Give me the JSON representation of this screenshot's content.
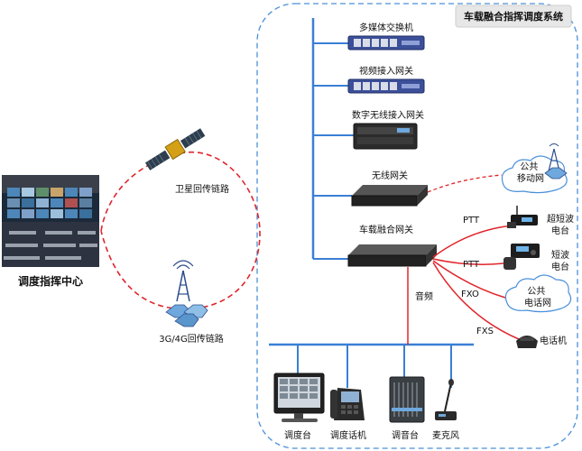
{
  "diagram": {
    "system_title": "车载融合指挥调度系统",
    "nodes": {
      "command_center": "调度指挥中心",
      "satellite_link": "卫星回传链路",
      "cellular_link": "3G/4G回传链路",
      "multimedia_switch": "多媒体交换机",
      "video_gateway": "视频接入网关",
      "digital_wireless_gateway": "数字无线接入网关",
      "wireless_gateway": "无线网关",
      "fusion_gateway": "车载融合网关",
      "public_mobile_network": "公共\n移动网",
      "ultrashort_radio": "超短波\n电台",
      "shortwave_radio": "短波\n电台",
      "public_phone_network": "公共\n电话网",
      "telephone": "电话机",
      "console": "调度台",
      "dispatch_phone": "调度话机",
      "mixer": "调音台",
      "microphone": "麦克风"
    },
    "links": {
      "ptt_1": "PTT",
      "ptt_2": "PTT",
      "fxo": "FXO",
      "fxs": "FXS",
      "audio": "音频"
    },
    "colors": {
      "bus": "#3a7fd5",
      "red_link": "#e0252b",
      "dashed_border": "#4a90d9",
      "title_bg": "#e7e7e7"
    }
  }
}
